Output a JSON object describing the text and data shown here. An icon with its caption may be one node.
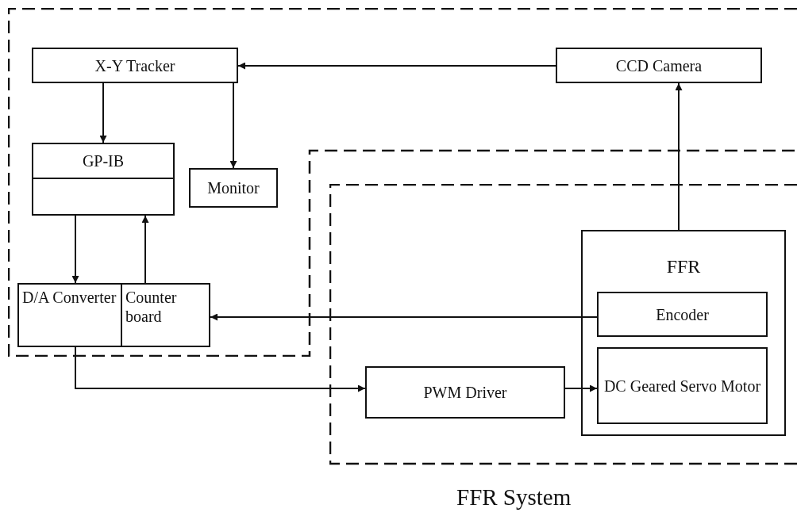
{
  "diagram": {
    "nodes": [
      {
        "text": [],
        "shape": "box"
      },
      {
        "text": [
          "X-Y Tracker"
        ],
        "in": 0
      },
      {
        "text": [
          "CCD Camera"
        ],
        "in": 0
      },
      {
        "text": [
          "GP-IB"
        ],
        "in": 0
      },
      {
        "text": [],
        "shape": "box",
        "in": 0
      },
      {
        "text": [
          "Monitor"
        ],
        "in": 0
      },
      {
        "text": [
          "D/A Converter"
        ],
        "in": 0
      },
      {
        "text": [
          "Counter board"
        ],
        "in": 0
      },
      {
        "text": [
          "FFR System"
        ]
      },
      {
        "text": [
          "PWM Driver"
        ],
        "in": 8
      },
      {
        "text": [
          "FFR"
        ],
        "in": 8
      },
      {
        "text": [
          "Encoder"
        ]
      },
      {
        "text": [
          "DC Geared Servo Motor"
        ],
        "in": 10
      }
    ],
    "edges": [
      {
        "from": 2,
        "to": 1,
        "arrow": "to"
      },
      {
        "from": 1,
        "to": 3,
        "arrow": "to"
      },
      {
        "from": 1,
        "to": 5,
        "arrow": "to"
      },
      {
        "from": 4,
        "to": 6,
        "arrow": "to"
      },
      {
        "from": 7,
        "to": 4,
        "arrow": "to"
      },
      {
        "from": 10,
        "to": 2,
        "arrow": "to"
      },
      {
        "from": 11,
        "to": 7,
        "arrow": "to"
      },
      {
        "from": 6,
        "to": 9,
        "arrow": "to"
      },
      {
        "from": 9,
        "to": 12,
        "arrow": "to"
      }
    ]
  }
}
